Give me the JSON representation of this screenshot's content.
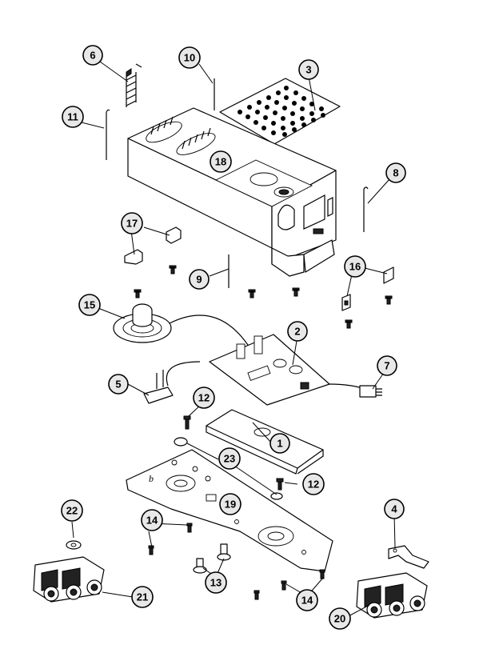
{
  "diagram": {
    "callouts": [
      "1",
      "2",
      "3",
      "4",
      "5",
      "6",
      "7",
      "8",
      "9",
      "10",
      "11",
      "12",
      "12",
      "13",
      "14",
      "14",
      "15",
      "16",
      "17",
      "18",
      "19",
      "20",
      "21",
      "22",
      "23"
    ],
    "mark_b": "b"
  }
}
